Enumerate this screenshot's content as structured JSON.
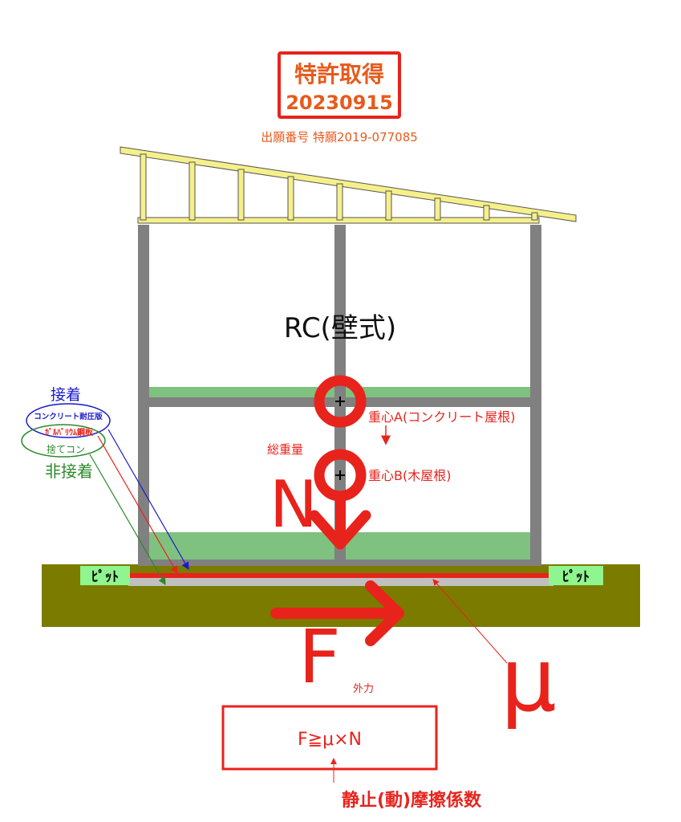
{
  "patent": {
    "title": "特許取得",
    "date": "20230915",
    "application_number": "出願番号 特願2019-077085"
  },
  "building": {
    "label": "RC(壁式)",
    "pit_left": "ﾋﾟｯﾄ",
    "pit_right": "ﾋﾟｯﾄ"
  },
  "gravity": {
    "center_a": "重心A(コンクリート屋根)",
    "center_b": "重心B(木屋根)",
    "total_weight": "総重量",
    "n_symbol": "N"
  },
  "force": {
    "f_symbol": "F",
    "external_force": "外力",
    "mu_symbol": "μ",
    "formula": "F≧μ×N",
    "coefficient_label": "静止(動)摩擦係数"
  },
  "legend": {
    "bonded": "接着",
    "concrete_slab": "コンクリート耐圧版",
    "galvalume": "ｶﾞﾙﾊﾞﾘｳﾑ鋼板",
    "leveling_concrete": "捨てコン",
    "unbonded": "非接着"
  },
  "colors": {
    "red": "#e8231c",
    "orange_text": "#e85a1c",
    "wall": "#808080",
    "slab_green": "#7fc17f",
    "ground": "#7b7b00",
    "pit_green": "#8ff58f",
    "truss": "#f5f08a",
    "blue": "#1a1acc",
    "green": "#2a8a2a"
  }
}
